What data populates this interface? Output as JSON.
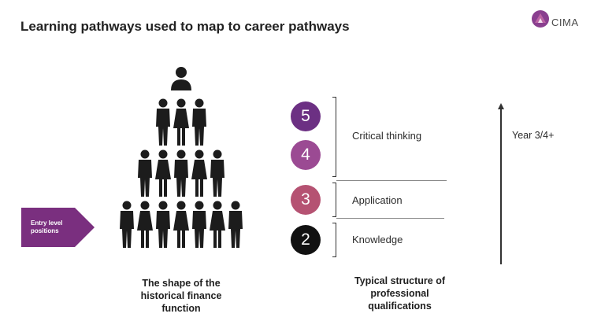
{
  "title": "Learning pathways used to map to career pathways",
  "logo": {
    "text": "CIMA",
    "icon": "cima-logo-icon"
  },
  "entry": {
    "label": "Entry level positions"
  },
  "pyramid": {
    "caption": "The shape of the historical finance function",
    "rows": [
      1,
      3,
      5,
      7
    ]
  },
  "levels": [
    {
      "number": "5",
      "color": "#6c3083"
    },
    {
      "number": "4",
      "color": "#9b4a93"
    },
    {
      "number": "3",
      "color": "#b55272"
    },
    {
      "number": "2",
      "color": "#111111"
    }
  ],
  "groups": {
    "critical": "Critical thinking",
    "application": "Application",
    "knowledge": "Knowledge"
  },
  "year_label": "Year 3/4+",
  "structure_caption": "Typical structure of professional qualifications",
  "colors": {
    "entry_arrow": "#7a2f7f",
    "accent": "#6c3083"
  }
}
